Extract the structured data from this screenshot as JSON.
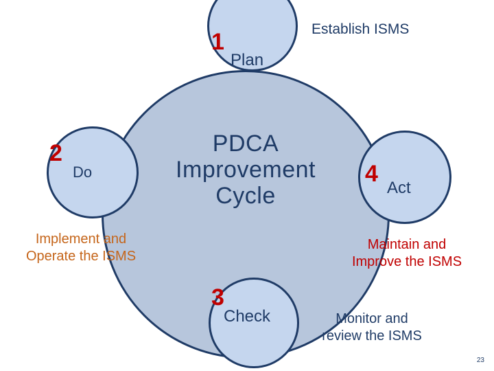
{
  "diagram": {
    "center_lines": [
      "PDCA",
      "Improvement",
      "Cycle"
    ],
    "steps": [
      {
        "number": "1",
        "label": "Plan",
        "description": "Establish ISMS"
      },
      {
        "number": "2",
        "label": "Do",
        "description_lines": [
          "Implement and",
          "Operate the ISMS"
        ]
      },
      {
        "number": "3",
        "label": "Check",
        "description_lines": [
          "Monitor and",
          "review the ISMS"
        ]
      },
      {
        "number": "4",
        "label": "Act",
        "description_lines": [
          "Maintain and",
          "Improve the ISMS"
        ]
      }
    ]
  },
  "colors": {
    "big_circle_fill": "#b7c6dc",
    "small_circle_fill": "#c5d6ee",
    "outline": "#1f3b66",
    "number": "#c00000",
    "plan_text": "#1f3b66",
    "do_text": "#c5651a",
    "check_text": "#1f3b66",
    "act_text": "#c00000"
  },
  "page_number": "23"
}
